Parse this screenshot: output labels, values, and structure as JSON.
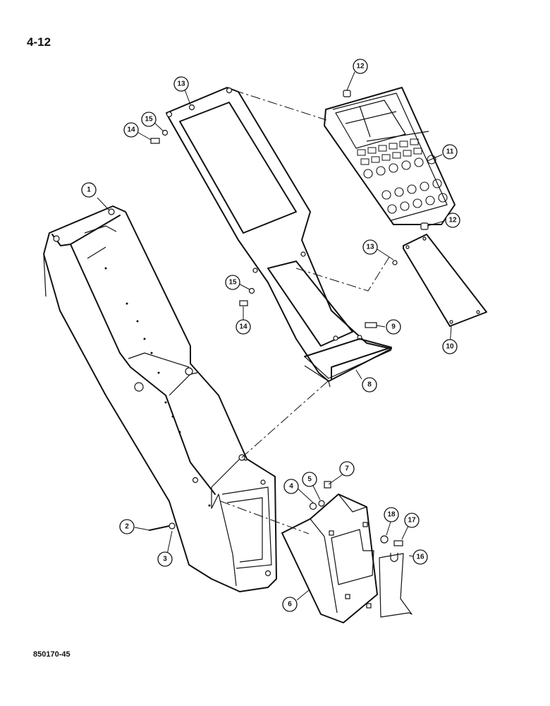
{
  "page_label": "4-12",
  "drawing_code": "850170-45",
  "callouts": [
    {
      "id": "c1",
      "label": "1"
    },
    {
      "id": "c2",
      "label": "2"
    },
    {
      "id": "c3",
      "label": "3"
    },
    {
      "id": "c4",
      "label": "4"
    },
    {
      "id": "c5",
      "label": "5"
    },
    {
      "id": "c6",
      "label": "6"
    },
    {
      "id": "c7",
      "label": "7"
    },
    {
      "id": "c8",
      "label": "8"
    },
    {
      "id": "c9",
      "label": "9"
    },
    {
      "id": "c10",
      "label": "10"
    },
    {
      "id": "c11",
      "label": "11"
    },
    {
      "id": "c12a",
      "label": "12"
    },
    {
      "id": "c12b",
      "label": "12"
    },
    {
      "id": "c13a",
      "label": "13"
    },
    {
      "id": "c13b",
      "label": "13"
    },
    {
      "id": "c14a",
      "label": "14"
    },
    {
      "id": "c14b",
      "label": "14"
    },
    {
      "id": "c15a",
      "label": "15"
    },
    {
      "id": "c15b",
      "label": "15"
    },
    {
      "id": "c16",
      "label": "16"
    },
    {
      "id": "c17",
      "label": "17"
    },
    {
      "id": "c18",
      "label": "18"
    }
  ]
}
